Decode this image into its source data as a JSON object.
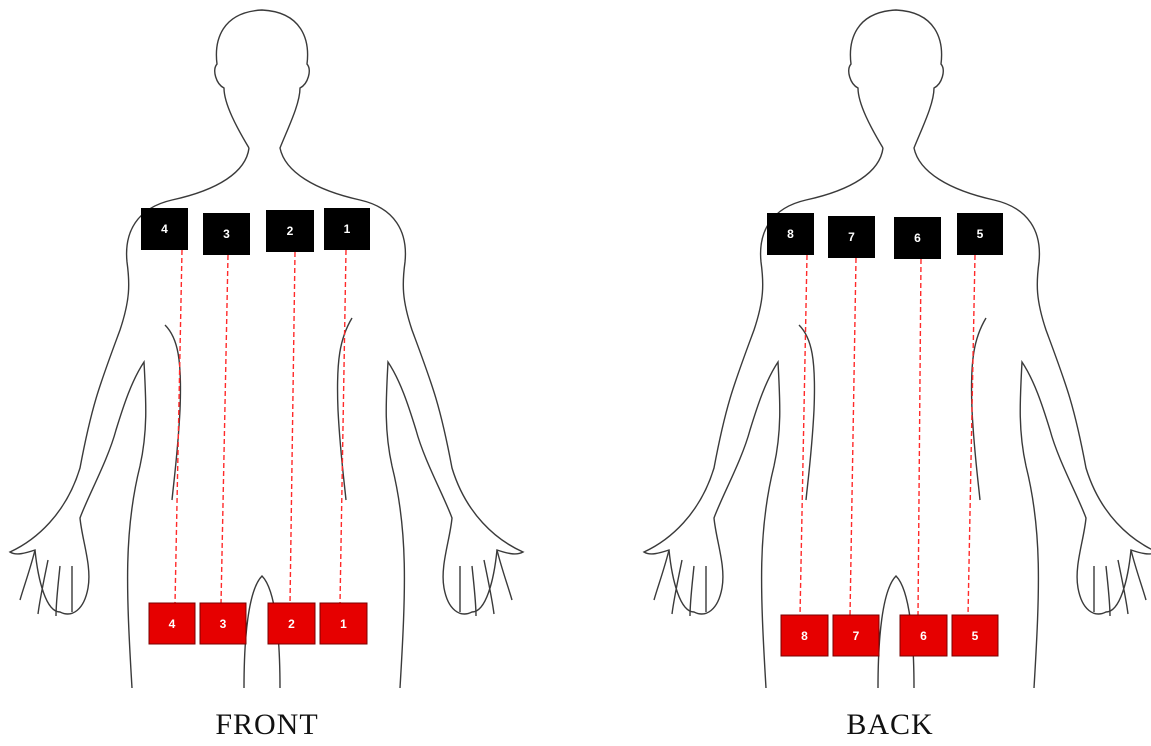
{
  "front": {
    "caption": "FRONT",
    "top_markers": [
      "4",
      "3",
      "2",
      "1"
    ],
    "bottom_markers": [
      "4",
      "3",
      "2",
      "1"
    ]
  },
  "back": {
    "caption": "BACK",
    "top_markers": [
      "8",
      "7",
      "6",
      "5"
    ],
    "bottom_markers": [
      "8",
      "7",
      "6",
      "5"
    ]
  },
  "colors": {
    "outline": "#3a3a3a",
    "top_marker": "#000000",
    "bottom_marker": "#e60000",
    "connector": "#ff2a2a"
  }
}
